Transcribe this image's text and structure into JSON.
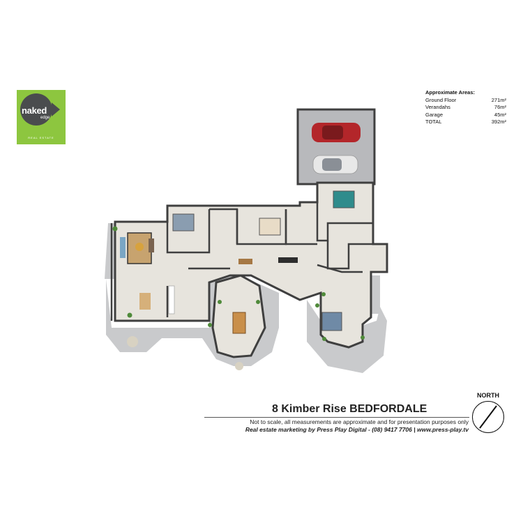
{
  "brand": {
    "logo_word": "naked",
    "logo_edge": "edge",
    "logo_sub": "REAL ESTATE",
    "colors": {
      "green": "#8dc63f",
      "grey": "#4a4c4e"
    }
  },
  "areas": {
    "heading": "Approximate Areas:",
    "rows": [
      {
        "label": "Ground Floor",
        "value": "271m²"
      },
      {
        "label": "Verandahs",
        "value": "76m²"
      },
      {
        "label": "Garage",
        "value": "45m²"
      },
      {
        "label": "TOTAL",
        "value": "392m²"
      }
    ]
  },
  "address": "8 Kimber Rise BEDFORDALE",
  "disclaimer": "Not to scale, all measurements are approximate and for presentation purposes only",
  "credit": "Real estate marketing by Press Play Digital - (08) 9417 7706  |  www.press-play.tv",
  "north_label": "NORTH",
  "plan_colors": {
    "floor": "#e7e4dd",
    "verandah": "#c9cacc",
    "wall": "#3f3f3f",
    "garage": "#b8b9bc"
  }
}
